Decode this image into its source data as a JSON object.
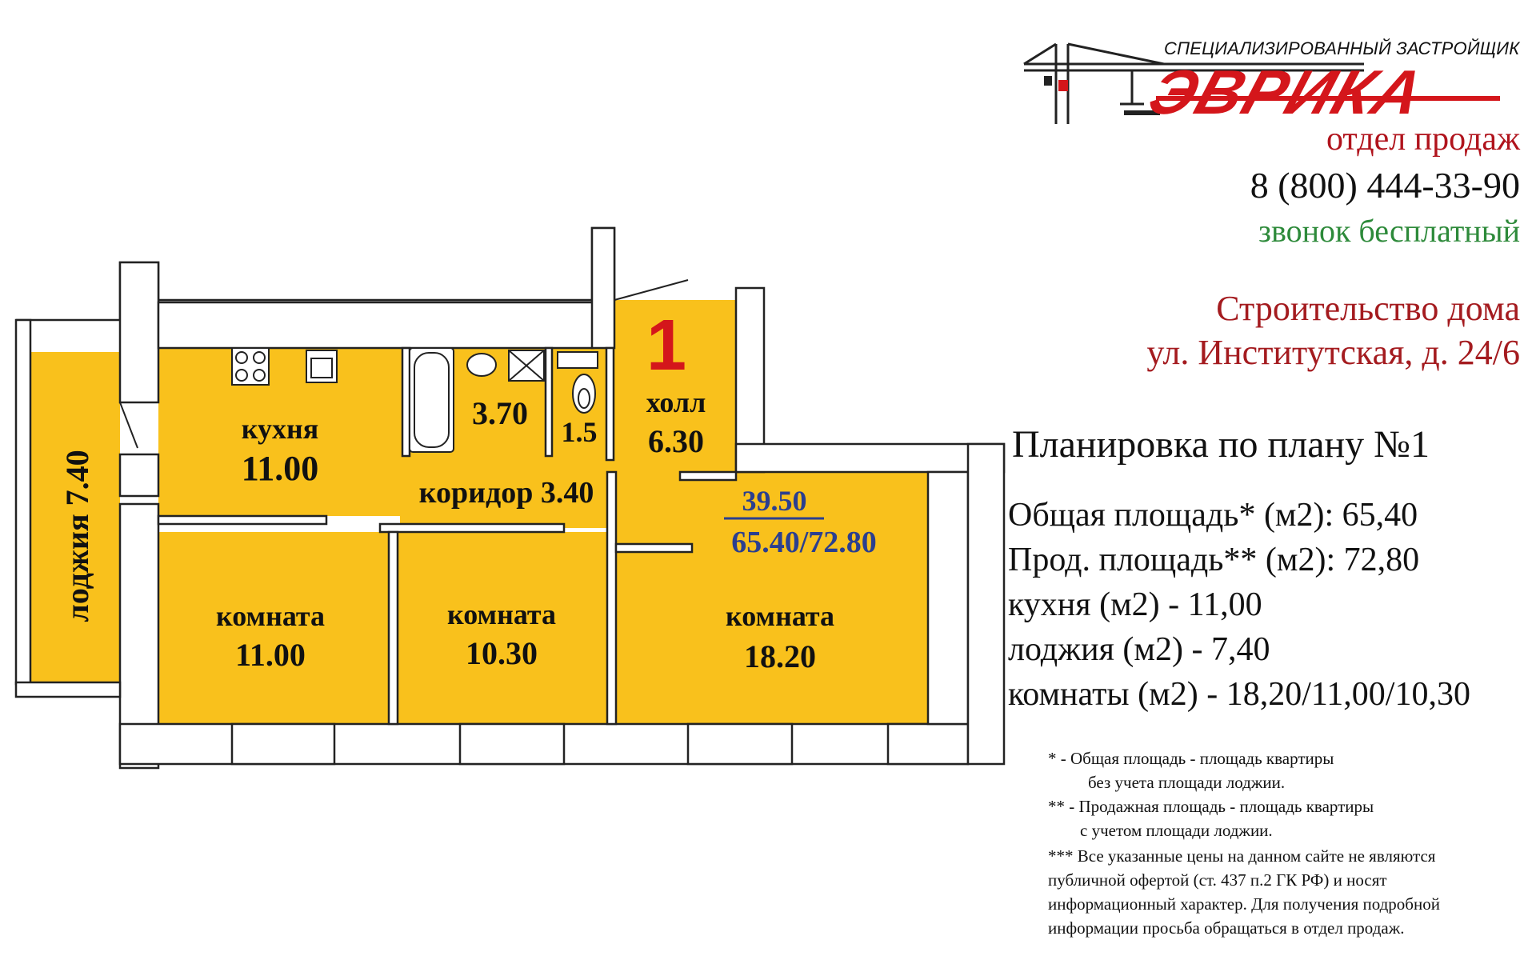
{
  "logo": {
    "subtitle": "СПЕЦИАЛИЗИРОВАННЫЙ ЗАСТРОЙЩИК",
    "name": "ЭВРИКА",
    "icon": "crane-icon",
    "brand_color": "#d4161b"
  },
  "contacts": {
    "sales_dept": "отдел продаж",
    "phone": "8 (800) 444-33-90",
    "free_call": "звонок бесплатный"
  },
  "building": {
    "line1": "Строительство дома",
    "line2": "ул. Институтская, д. 24/6"
  },
  "plan_title": "Планировка по плану №1",
  "specs": [
    "Общая площадь*  (м2): 65,40",
    "Прод. площадь**  (м2): 72,80",
    "кухня (м2) - 11,00",
    "лоджия (м2) - 7,40",
    "комнаты (м2) - 18,20/11,00/10,30"
  ],
  "footnotes": [
    "*   - Общая площадь - площадь квартиры",
    "без учета площади лоджии.",
    "** - Продажная площадь - площадь квартиры",
    "с учетом  площади лоджии.",
    "*** Все указанные цены на данном сайте не являются",
    "публичной офертой  (ст. 437 п.2 ГК РФ) и носят",
    "информационный характер.  Для получения подробной",
    "информации просьба обращаться в отдел продаж."
  ],
  "floor_plan": {
    "apartment_number": "1",
    "fill_color": "#f9c11c",
    "living_area": "39.50",
    "total_areas": "65.40/72.80",
    "rooms": {
      "loggia": "лоджия 7.40",
      "kitchen_name": "кухня",
      "kitchen_area": "11.00",
      "bathroom_area": "3.70",
      "wc_area": "1.5",
      "hall_name": "холл",
      "hall_area": "6.30",
      "corridor": "коридор 3.40",
      "room_left_name": "комната",
      "room_left_area": "11.00",
      "room_mid_name": "комната",
      "room_mid_area": "10.30",
      "room_right_name": "комната",
      "room_right_area": "18.20"
    }
  }
}
